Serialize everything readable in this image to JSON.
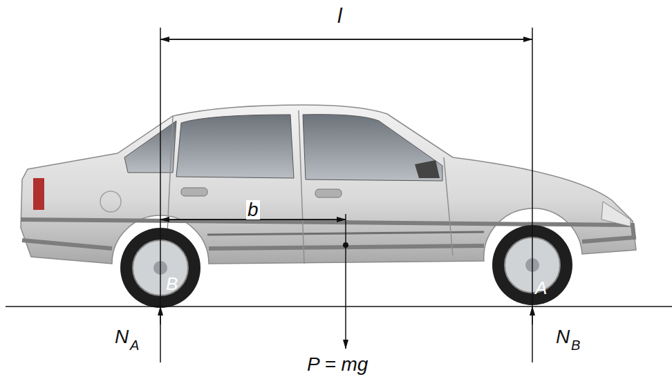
{
  "diagram": {
    "labels": [
      "l",
      "b",
      "B",
      "A",
      "N",
      "A",
      "N",
      "B",
      "P = mg"
    ]
  }
}
